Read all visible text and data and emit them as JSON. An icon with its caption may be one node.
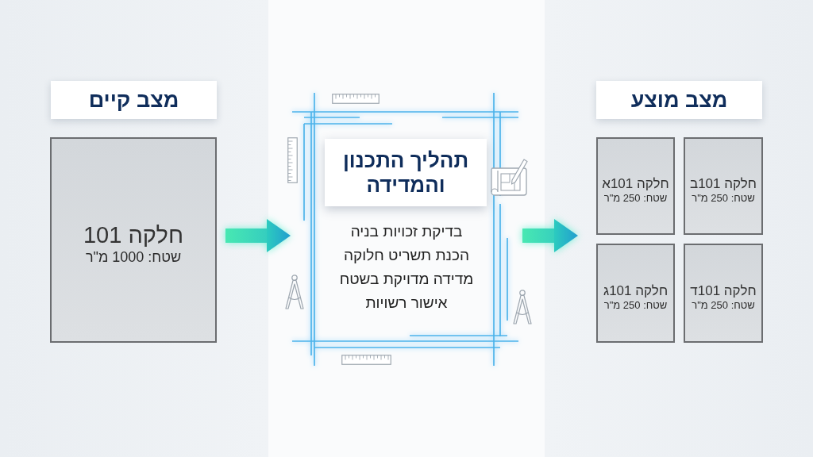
{
  "diagram": {
    "nodes": [
      {
        "text": [
          "מצב קיים"
        ]
      },
      {
        "text": [
          "חלקה 101",
          "שטח: 1000 מ\"ר"
        ]
      },
      {
        "text": [
          "בדיקת זכויות בניה",
          "הכנת תשריט חלוקה",
          "מדידה מדויקת בשטח",
          "אישור רשויות"
        ]
      },
      {
        "text": [
          "תהליך התכנון והמדידה"
        ],
        "in": 2
      },
      {
        "text": [
          "מצב מוצע"
        ]
      },
      {
        "text": [
          "חלקה 101א",
          "שטח: 250 מ\"ר"
        ]
      },
      {
        "text": [
          "חלקה 101ב",
          "שטח: 250 מ\"ר"
        ]
      },
      {
        "text": [
          "חלקה 101ג",
          "שטח: 250 מ\"ר"
        ]
      },
      {
        "text": [
          "חלקה 101ד",
          "שטח: 250 מ\"ר"
        ]
      }
    ],
    "edges": [
      {
        "from": 1,
        "to": 2,
        "arrow": "to"
      },
      {
        "from": 2,
        "to": 5,
        "arrow": "to"
      }
    ]
  }
}
